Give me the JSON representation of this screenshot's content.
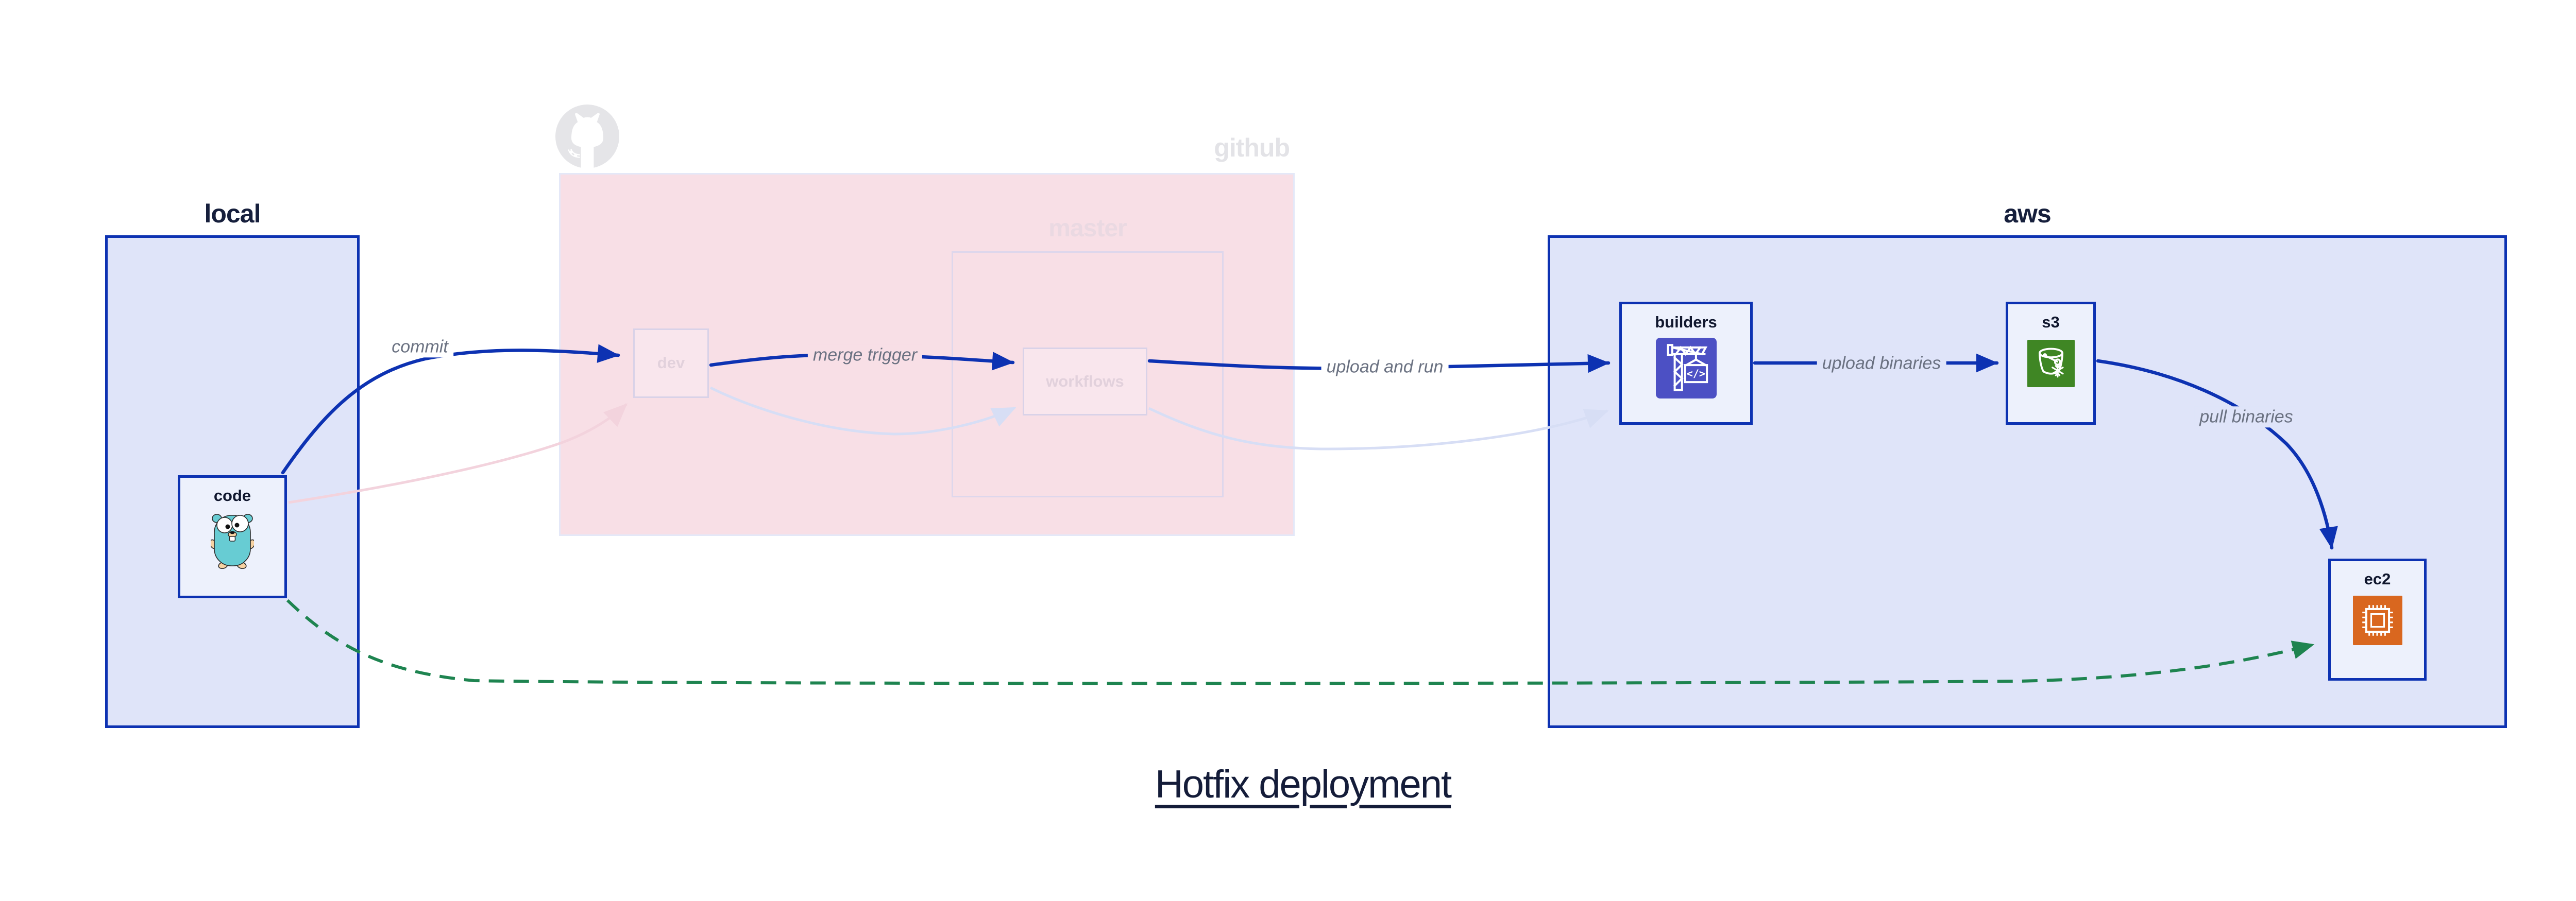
{
  "title": {
    "text": "Hotfix deployment"
  },
  "groups": {
    "local": {
      "label": "local"
    },
    "github": {
      "label": "github",
      "master": {
        "label": "master"
      }
    },
    "aws": {
      "label": "aws"
    }
  },
  "nodes": {
    "code": {
      "label": "code",
      "icon": "go-gopher-icon"
    },
    "dev": {
      "label": "dev",
      "state": "faded"
    },
    "workflows": {
      "label": "workflows",
      "state": "faded"
    },
    "builders": {
      "label": "builders",
      "icon": "codebuild-crane-icon",
      "icon_text": "</>",
      "icon_color": "#4c50c4"
    },
    "s3": {
      "label": "s3",
      "icon": "s3-bucket-icon",
      "icon_color": "#3f8624"
    },
    "ec2": {
      "label": "ec2",
      "icon": "ec2-chip-icon",
      "icon_color": "#d9671f"
    }
  },
  "edges": {
    "commit": {
      "from": "code",
      "to": "dev",
      "label": "commit",
      "style": "solid-blue"
    },
    "merge_trigger": {
      "from": "dev",
      "to": "workflows",
      "label": "merge trigger",
      "style": "solid-blue"
    },
    "upload_and_run": {
      "from": "workflows",
      "to": "builders",
      "label": "upload and run",
      "style": "solid-blue"
    },
    "upload_binaries": {
      "from": "builders",
      "to": "s3",
      "label": "upload binaries",
      "style": "solid-blue"
    },
    "pull_binaries": {
      "from": "s3",
      "to": "ec2",
      "label": "pull binaries",
      "style": "solid-blue"
    },
    "hotfix_direct": {
      "from": "code",
      "to": "ec2",
      "label": "",
      "style": "dashed-green"
    },
    "code_dev_faded": {
      "from": "code",
      "to": "dev",
      "label": "",
      "style": "faded-pink"
    },
    "dev_wf_faded": {
      "from": "dev",
      "to": "workflows",
      "label": "",
      "style": "faded-lavender"
    },
    "wf_build_faded": {
      "from": "workflows",
      "to": "builders",
      "label": "",
      "style": "faded-lavender"
    }
  },
  "colors": {
    "arrow_blue": "#0d32b2",
    "arrow_green": "#1e8450",
    "faded_pink": "#f3d3dd",
    "faded_lavender": "#d7def5",
    "container_blue_fill": "#dfe4f9",
    "container_pink_fill": "#f8dfe6",
    "node_fill": "#edf1fc",
    "edge_label_gray": "#6a7181",
    "title_navy": "#141c39"
  }
}
